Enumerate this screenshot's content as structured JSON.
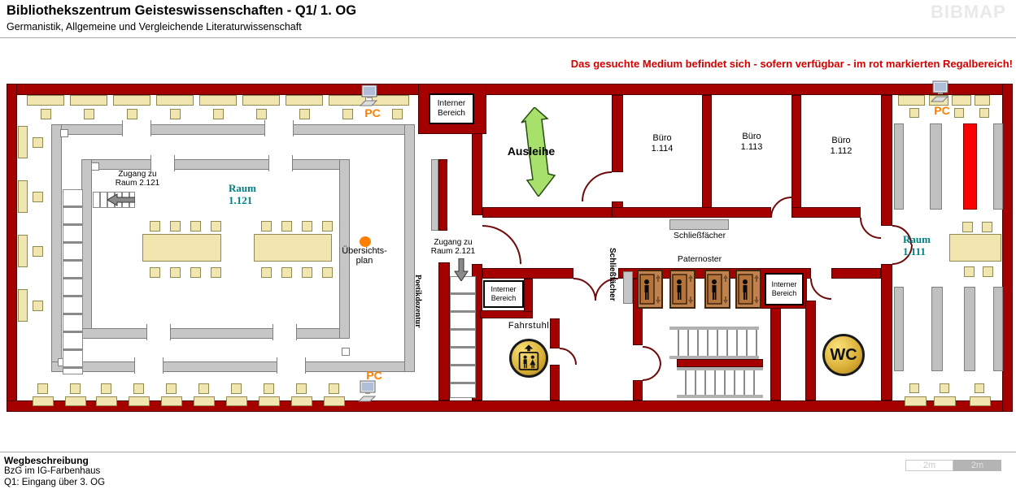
{
  "header": {
    "title": "Bibliothekszentrum Geisteswissenschaften - Q1/ 1. OG",
    "subtitle": "Germanistik, Allgemeine und Vergleichende Literaturwissenschaft",
    "logo": "BIBMAP"
  },
  "notice": "Das gesuchte Medium befindet sich - sofern verfügbar -  im rot markierten Regalbereich!",
  "plan": {
    "rooms": {
      "raum1121_l1": "Raum",
      "raum1121_l2": "1.121",
      "raum1111_l1": "Raum",
      "raum1111_l2": "1.111",
      "ausleihe": "Ausleihe",
      "buero114_l1": "Büro",
      "buero114_l2": "1.114",
      "buero113_l1": "Büro",
      "buero113_l2": "1.113",
      "buero112_l1": "Büro",
      "buero112_l2": "1.112"
    },
    "labels": {
      "interner_l1": "Interner",
      "interner_l2": "Bereich",
      "zugang_l1": "Zugang zu",
      "zugang_l2": "Raum 2.121",
      "uebersicht_l1": "Übersichts-",
      "uebersicht_l2": "plan",
      "poetikdozentur": "Poetikdozentur",
      "schliessfaecher": "Schließfächer",
      "paternoster": "Paternoster",
      "fahrstuhl": "Fahrstuhl",
      "pc": "PC",
      "wc": "WC"
    }
  },
  "legend": {
    "scale_left": "2m",
    "scale_right": "2m"
  },
  "footer": {
    "heading": "Wegbeschreibung",
    "line1": "BzG im IG-Farbenhaus",
    "line2": "Q1: Eingang über 3. OG"
  },
  "colors": {
    "wall": "#A40000",
    "highlight_shelf": "#FF0000",
    "shelf": "#C0C0C0",
    "furniture": "#F1E6AF",
    "room_label": "#008080",
    "notice": "#D40000",
    "accent_orange": "#FF8000",
    "green_arrow": "#A8E06C",
    "gold": "#D9AE35"
  }
}
